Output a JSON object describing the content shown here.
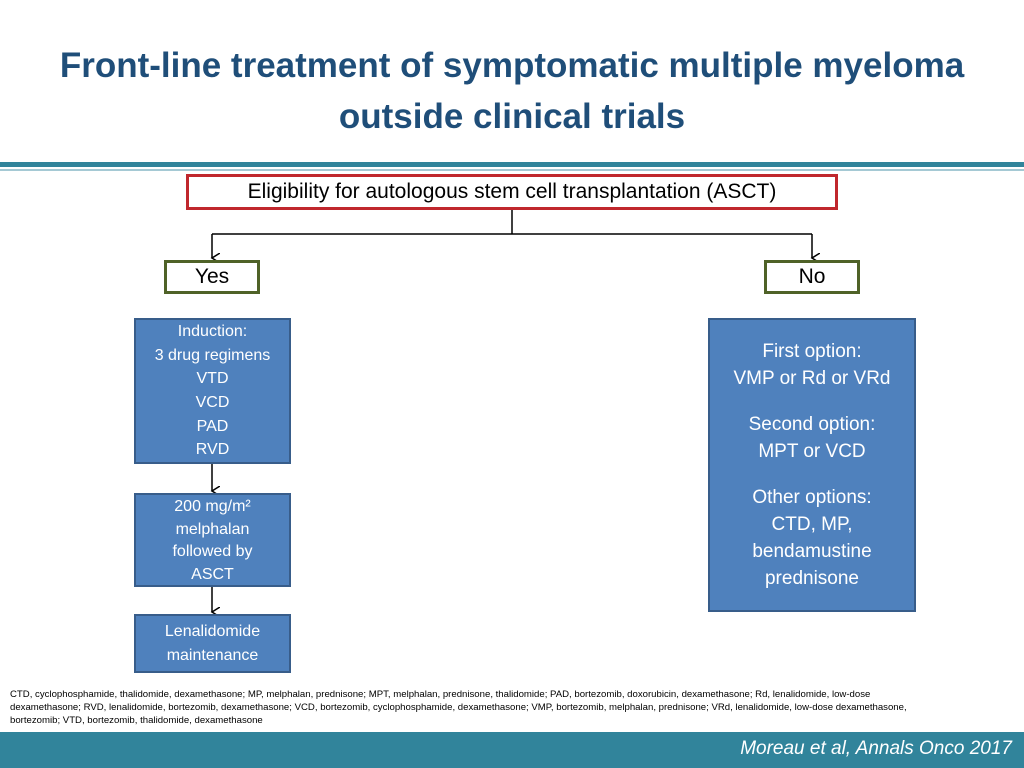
{
  "title": {
    "line1": "Front-line treatment of symptomatic multiple myeloma",
    "line2": "outside clinical trials"
  },
  "eligibility": "Eligibility for autologous stem cell transplantation (ASCT)",
  "yes": {
    "label": "Yes",
    "induction": [
      "Induction:",
      "3 drug regimens",
      "VTD",
      "VCD",
      "PAD",
      "RVD"
    ],
    "melphalan": [
      "200 mg/m²",
      "melphalan",
      "followed by",
      "ASCT"
    ],
    "maintenance": [
      "Lenalidomide",
      "maintenance"
    ]
  },
  "no": {
    "label": "No",
    "options": [
      "First option:",
      "VMP or Rd or VRd",
      "",
      "Second option:",
      "MPT or VCD",
      "",
      "Other options:",
      "CTD, MP,",
      "bendamustine",
      "prednisone"
    ]
  },
  "footnote": [
    "CTD, cyclophosphamide, thalidomide, dexamethasone; MP, melphalan, prednisone; MPT, melphalan, prednisone, thalidomide; PAD, bortezomib, doxorubicin, dexamethasone; Rd, lenalidomide, low-dose",
    "dexamethasone; RVD, lenalidomide, bortezomib, dexamethasone; VCD, bortezomib, cyclophosphamide, dexamethasone; VMP, bortezomib, melphalan, prednisone; VRd, lenalidomide, low-dose dexamethasone,",
    "bortezomib; VTD, bortezomib, thalidomide, dexamethasone"
  ],
  "citation": "Moreau et al, Annals Onco 2017",
  "colors": {
    "title": "#1f4e79",
    "accent_bar": "#31849b",
    "eligibility_border": "#c0272d",
    "choice_border": "#4f6228",
    "box_fill": "#4f81bd"
  }
}
